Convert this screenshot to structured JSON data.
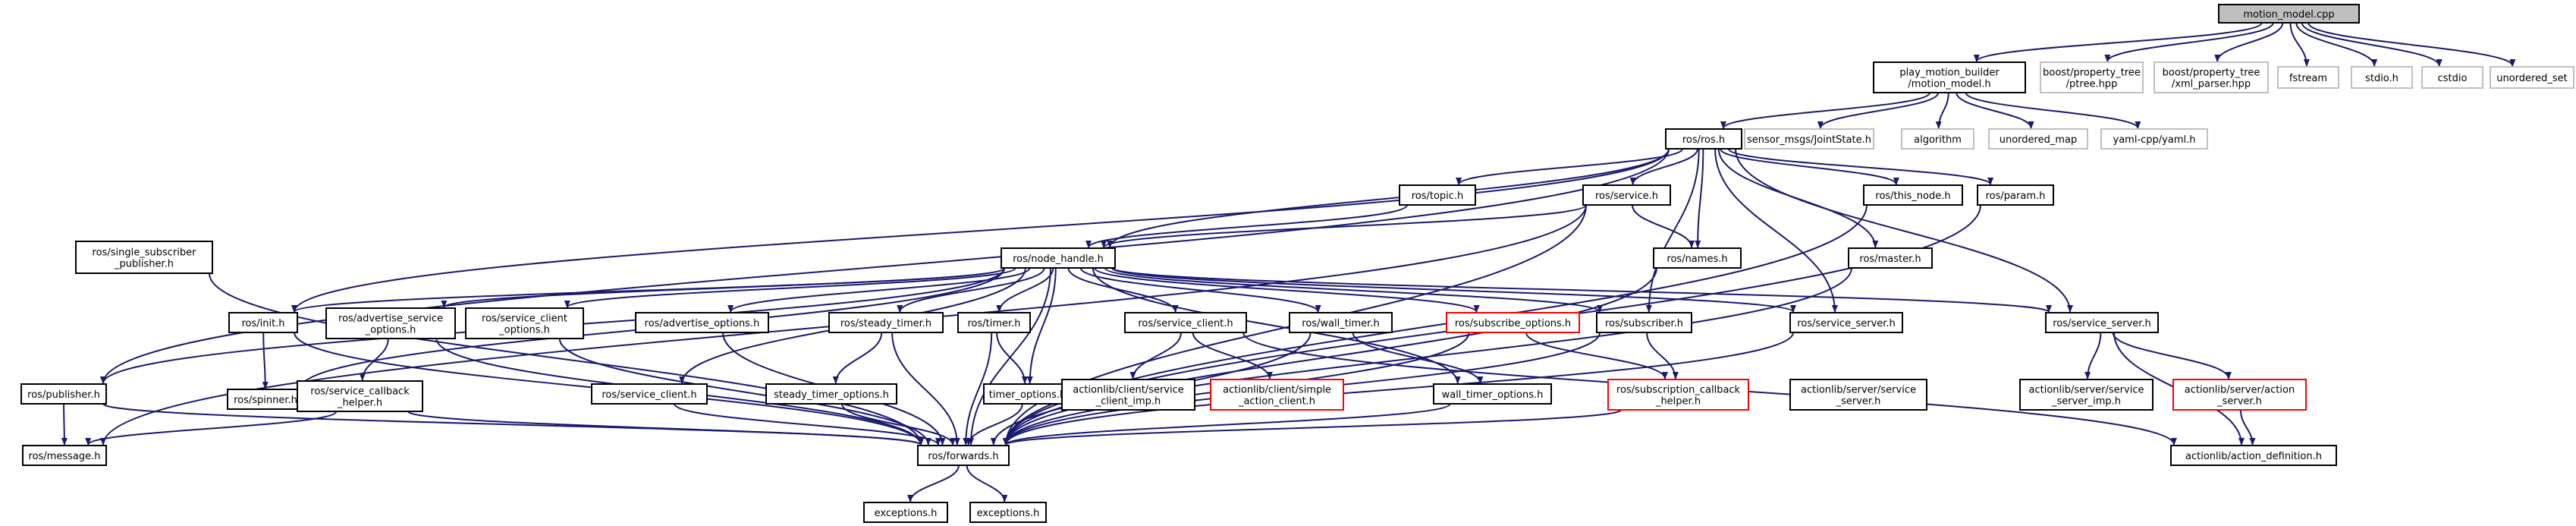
{
  "graph": {
    "nodes": [
      {
        "id": "motion_model_cpp",
        "lines": [
          "motion_model.cpp"
        ],
        "style": "root"
      },
      {
        "id": "play_motion_builder",
        "lines": [
          "play_motion_builder",
          "/motion_model.h"
        ],
        "style": "black"
      },
      {
        "id": "boost_ptree",
        "lines": [
          "boost/property_tree",
          "/ptree.hpp"
        ],
        "style": "gray"
      },
      {
        "id": "boost_xml",
        "lines": [
          "boost/property_tree",
          "/xml_parser.hpp"
        ],
        "style": "gray"
      },
      {
        "id": "fstream",
        "lines": [
          "fstream"
        ],
        "style": "gray"
      },
      {
        "id": "stdio_h",
        "lines": [
          "stdio.h"
        ],
        "style": "gray"
      },
      {
        "id": "cstdio",
        "lines": [
          "cstdio"
        ],
        "style": "gray"
      },
      {
        "id": "unordered_set",
        "lines": [
          "unordered_set"
        ],
        "style": "gray"
      },
      {
        "id": "ros_h",
        "lines": [
          "ros/ros.h"
        ],
        "style": "black"
      },
      {
        "id": "joint_state",
        "lines": [
          "sensor_msgs/JointState.h"
        ],
        "style": "gray"
      },
      {
        "id": "algorithm",
        "lines": [
          "algorithm"
        ],
        "style": "gray"
      },
      {
        "id": "unordered_map",
        "lines": [
          "unordered_map"
        ],
        "style": "gray"
      },
      {
        "id": "yaml",
        "lines": [
          "yaml-cpp/yaml.h"
        ],
        "style": "gray"
      },
      {
        "id": "single_sub_pub",
        "lines": [
          "ros/single_subscriber",
          "_publisher.h"
        ],
        "style": "black"
      },
      {
        "id": "topic_h",
        "lines": [
          "ros/topic.h"
        ],
        "style": "black"
      },
      {
        "id": "service_h",
        "lines": [
          "ros/service.h"
        ],
        "style": "black"
      },
      {
        "id": "this_node",
        "lines": [
          "ros/this_node.h"
        ],
        "style": "black"
      },
      {
        "id": "param_h",
        "lines": [
          "ros/param.h"
        ],
        "style": "black"
      },
      {
        "id": "node_handle",
        "lines": [
          "ros/node_handle.h"
        ],
        "style": "black"
      },
      {
        "id": "names_h",
        "lines": [
          "ros/names.h"
        ],
        "style": "black"
      },
      {
        "id": "master_h",
        "lines": [
          "ros/master.h"
        ],
        "style": "black"
      },
      {
        "id": "init_h",
        "lines": [
          "ros/init.h"
        ],
        "style": "black"
      },
      {
        "id": "adv_srv_opts",
        "lines": [
          "ros/advertise_service",
          "_options.h"
        ],
        "style": "black"
      },
      {
        "id": "srv_client_opts",
        "lines": [
          "ros/service_client",
          "_options.h"
        ],
        "style": "black"
      },
      {
        "id": "adv_opts",
        "lines": [
          "ros/advertise_options.h"
        ],
        "style": "black"
      },
      {
        "id": "steady_timer",
        "lines": [
          "ros/steady_timer.h"
        ],
        "style": "black"
      },
      {
        "id": "timer_h",
        "lines": [
          "ros/timer.h"
        ],
        "style": "black"
      },
      {
        "id": "service_client_h2",
        "lines": [
          "ros/service_client.h"
        ],
        "style": "black"
      },
      {
        "id": "wall_timer",
        "lines": [
          "ros/wall_timer.h"
        ],
        "style": "black"
      },
      {
        "id": "sub_opts",
        "lines": [
          "ros/subscribe_options.h"
        ],
        "style": "red"
      },
      {
        "id": "subscriber_h",
        "lines": [
          "ros/subscriber.h"
        ],
        "style": "black"
      },
      {
        "id": "service_server_h",
        "lines": [
          "ros/service_server.h"
        ],
        "style": "black"
      },
      {
        "id": "al_service_server",
        "lines": [
          "actionlib/server/service",
          "_server.h"
        ],
        "style": "black"
      },
      {
        "id": "publisher_h",
        "lines": [
          "ros/publisher.h"
        ],
        "style": "black"
      },
      {
        "id": "spinner_h",
        "lines": [
          "ros/spinner.h"
        ],
        "style": "black"
      },
      {
        "id": "srv_cb_helper",
        "lines": [
          "ros/service_callback",
          "_helper.h"
        ],
        "style": "black"
      },
      {
        "id": "service_client_h1",
        "lines": [
          "ros/service_client.h"
        ],
        "style": "black"
      },
      {
        "id": "steady_timer_opts",
        "lines": [
          "steady_timer_options.h"
        ],
        "style": "black"
      },
      {
        "id": "timer_opts",
        "lines": [
          "timer_options.h"
        ],
        "style": "black"
      },
      {
        "id": "al_client_imp",
        "lines": [
          "actionlib/client/service",
          "_client_imp.h"
        ],
        "style": "black"
      },
      {
        "id": "al_simple_client",
        "lines": [
          "actionlib/client/simple",
          "_action_client.h"
        ],
        "style": "red"
      },
      {
        "id": "wall_timer_opts",
        "lines": [
          "wall_timer_options.h"
        ],
        "style": "black"
      },
      {
        "id": "sub_cb_helper",
        "lines": [
          "ros/subscription_callback",
          "_helper.h"
        ],
        "style": "red"
      },
      {
        "id": "service_server_h2",
        "lines": [
          "ros/service_server.h"
        ],
        "style": "black"
      },
      {
        "id": "al_server_imp",
        "lines": [
          "actionlib/server/service",
          "_server_imp.h"
        ],
        "style": "black"
      },
      {
        "id": "al_action_server",
        "lines": [
          "actionlib/server/action",
          "_server.h"
        ],
        "style": "red"
      },
      {
        "id": "message_h",
        "lines": [
          "ros/message.h"
        ],
        "style": "black"
      },
      {
        "id": "forwards_h",
        "lines": [
          "ros/forwards.h"
        ],
        "style": "black"
      },
      {
        "id": "action_definition",
        "lines": [
          "actionlib/action_definition.h"
        ],
        "style": "black"
      },
      {
        "id": "exceptions_1",
        "lines": [
          "exceptions.h"
        ],
        "style": "black"
      },
      {
        "id": "exceptions_2",
        "lines": [
          "exceptions.h"
        ],
        "style": "black"
      }
    ],
    "edges": [
      [
        "motion_model_cpp",
        "play_motion_builder"
      ],
      [
        "motion_model_cpp",
        "boost_ptree"
      ],
      [
        "motion_model_cpp",
        "boost_xml"
      ],
      [
        "motion_model_cpp",
        "fstream"
      ],
      [
        "motion_model_cpp",
        "stdio_h"
      ],
      [
        "motion_model_cpp",
        "cstdio"
      ],
      [
        "motion_model_cpp",
        "unordered_set"
      ],
      [
        "play_motion_builder",
        "ros_h"
      ],
      [
        "play_motion_builder",
        "joint_state"
      ],
      [
        "play_motion_builder",
        "algorithm"
      ],
      [
        "play_motion_builder",
        "unordered_map"
      ],
      [
        "play_motion_builder",
        "yaml"
      ],
      [
        "ros_h",
        "publisher_h"
      ],
      [
        "ros_h",
        "topic_h"
      ],
      [
        "ros_h",
        "service_h"
      ],
      [
        "ros_h",
        "names_h"
      ],
      [
        "ros_h",
        "this_node"
      ],
      [
        "ros_h",
        "param_h"
      ],
      [
        "ros_h",
        "master_h"
      ],
      [
        "ros_h",
        "service_server_h2"
      ],
      [
        "ros_h",
        "subscriber_h"
      ],
      [
        "ros_h",
        "node_handle"
      ],
      [
        "ros_h",
        "init_h"
      ],
      [
        "ros_h",
        "service_server_h"
      ],
      [
        "topic_h",
        "node_handle"
      ],
      [
        "service_h",
        "node_handle"
      ],
      [
        "service_h",
        "names_h"
      ],
      [
        "service_h",
        "forwards_h"
      ],
      [
        "service_h",
        "message_h"
      ],
      [
        "this_node",
        "forwards_h"
      ],
      [
        "param_h",
        "forwards_h"
      ],
      [
        "names_h",
        "forwards_h"
      ],
      [
        "master_h",
        "forwards_h"
      ],
      [
        "single_sub_pub",
        "forwards_h"
      ],
      [
        "node_handle",
        "init_h"
      ],
      [
        "node_handle",
        "spinner_h"
      ],
      [
        "node_handle",
        "publisher_h"
      ],
      [
        "node_handle",
        "adv_srv_opts"
      ],
      [
        "node_handle",
        "srv_client_opts"
      ],
      [
        "node_handle",
        "adv_opts"
      ],
      [
        "node_handle",
        "service_client_h1"
      ],
      [
        "node_handle",
        "steady_timer"
      ],
      [
        "node_handle",
        "timer_h"
      ],
      [
        "node_handle",
        "timer_opts"
      ],
      [
        "node_handle",
        "service_client_h2"
      ],
      [
        "node_handle",
        "wall_timer"
      ],
      [
        "node_handle",
        "wall_timer_opts"
      ],
      [
        "node_handle",
        "sub_opts"
      ],
      [
        "node_handle",
        "subscriber_h"
      ],
      [
        "node_handle",
        "service_server_h2"
      ],
      [
        "node_handle",
        "service_server_h"
      ],
      [
        "node_handle",
        "forwards_h"
      ],
      [
        "init_h",
        "spinner_h"
      ],
      [
        "init_h",
        "forwards_h"
      ],
      [
        "publisher_h",
        "message_h"
      ],
      [
        "publisher_h",
        "forwards_h"
      ],
      [
        "adv_srv_opts",
        "srv_cb_helper"
      ],
      [
        "adv_srv_opts",
        "forwards_h"
      ],
      [
        "srv_cb_helper",
        "message_h"
      ],
      [
        "srv_cb_helper",
        "forwards_h"
      ],
      [
        "srv_client_opts",
        "forwards_h"
      ],
      [
        "adv_opts",
        "forwards_h"
      ],
      [
        "service_client_h1",
        "forwards_h"
      ],
      [
        "steady_timer",
        "steady_timer_opts"
      ],
      [
        "steady_timer",
        "forwards_h"
      ],
      [
        "steady_timer_opts",
        "forwards_h"
      ],
      [
        "timer_h",
        "timer_opts"
      ],
      [
        "timer_h",
        "forwards_h"
      ],
      [
        "timer_opts",
        "forwards_h"
      ],
      [
        "service_client_h2",
        "al_client_imp"
      ],
      [
        "service_client_h2",
        "al_simple_client"
      ],
      [
        "service_client_h2",
        "action_definition"
      ],
      [
        "wall_timer",
        "wall_timer_opts"
      ],
      [
        "wall_timer",
        "forwards_h"
      ],
      [
        "wall_timer_opts",
        "forwards_h"
      ],
      [
        "sub_opts",
        "sub_cb_helper"
      ],
      [
        "sub_opts",
        "forwards_h"
      ],
      [
        "subscriber_h",
        "sub_cb_helper"
      ],
      [
        "subscriber_h",
        "forwards_h"
      ],
      [
        "sub_cb_helper",
        "forwards_h"
      ],
      [
        "service_server_h2",
        "forwards_h"
      ],
      [
        "service_server_h",
        "al_server_imp"
      ],
      [
        "service_server_h",
        "al_action_server"
      ],
      [
        "service_server_h",
        "action_definition"
      ],
      [
        "al_action_server",
        "action_definition"
      ],
      [
        "forwards_h",
        "exceptions_1"
      ],
      [
        "forwards_h",
        "exceptions_2"
      ]
    ]
  }
}
